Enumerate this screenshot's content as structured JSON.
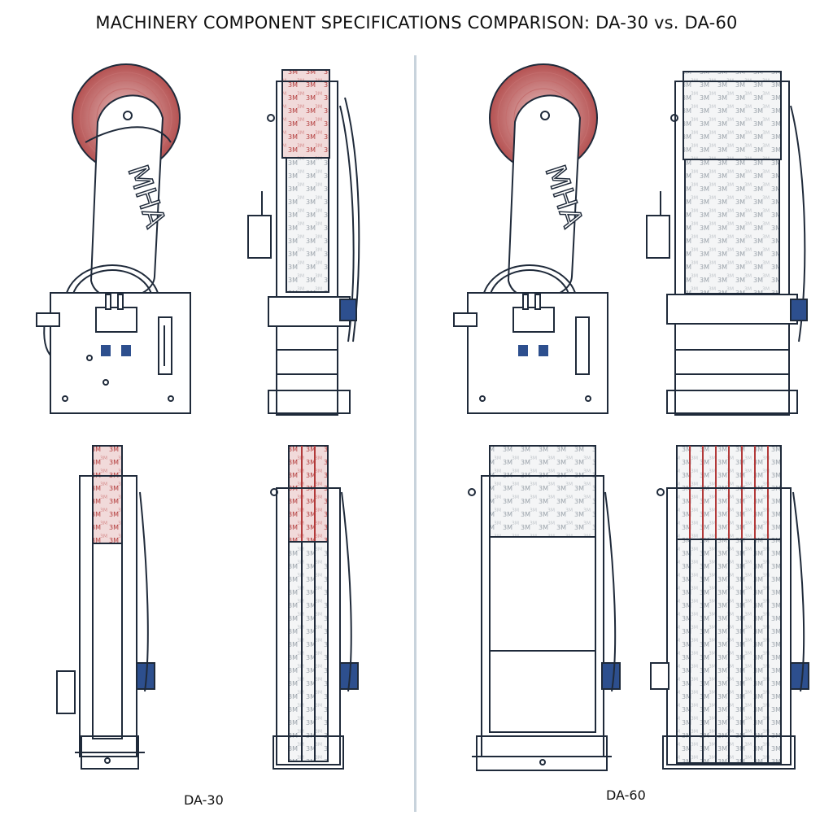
{
  "title": "MACHINERY COMPONENT SPECIFICATIONS COMPARISON: DA-30 vs. DA-60",
  "captions": {
    "left": "DA-30",
    "right": "DA-60"
  },
  "arm_lettering": "MHA",
  "tape_print": "3M",
  "colors": {
    "line": "#1f2a3a",
    "tape_red": "#b23a3a",
    "tape_gray": "#9aa2aa",
    "divider": "#c8d3dc",
    "connector_blue": "#2d4f8e"
  },
  "views": [
    {
      "model": "DA-30",
      "view": "arm-side"
    },
    {
      "model": "DA-30",
      "view": "front-narrow"
    },
    {
      "model": "DA-30",
      "view": "front-single-roll"
    },
    {
      "model": "DA-30",
      "view": "front-multi-strip"
    },
    {
      "model": "DA-60",
      "view": "arm-side"
    },
    {
      "model": "DA-60",
      "view": "front-wide"
    },
    {
      "model": "DA-60",
      "view": "front-wide-roll"
    },
    {
      "model": "DA-60",
      "view": "front-multi-strip"
    }
  ]
}
